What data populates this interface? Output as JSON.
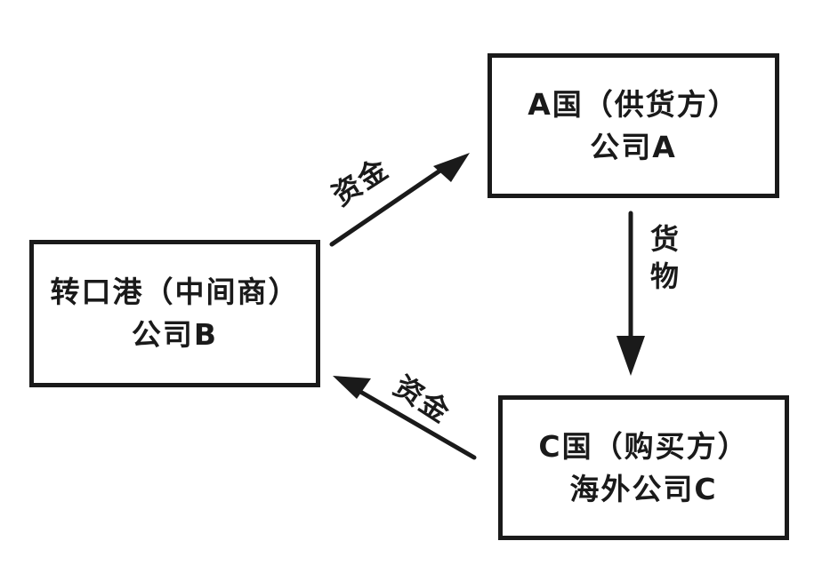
{
  "nodes": {
    "a": {
      "line1": "A国（供货方）",
      "line2": "公司A"
    },
    "b": {
      "line1": "转口港（中间商）",
      "line2": "公司B"
    },
    "c": {
      "line1": "C国（购买方）",
      "line2": "海外公司C"
    }
  },
  "edges": {
    "b_to_a": {
      "label": "资金"
    },
    "a_to_c": {
      "label": "货物"
    },
    "c_to_b": {
      "label": "资金"
    }
  }
}
